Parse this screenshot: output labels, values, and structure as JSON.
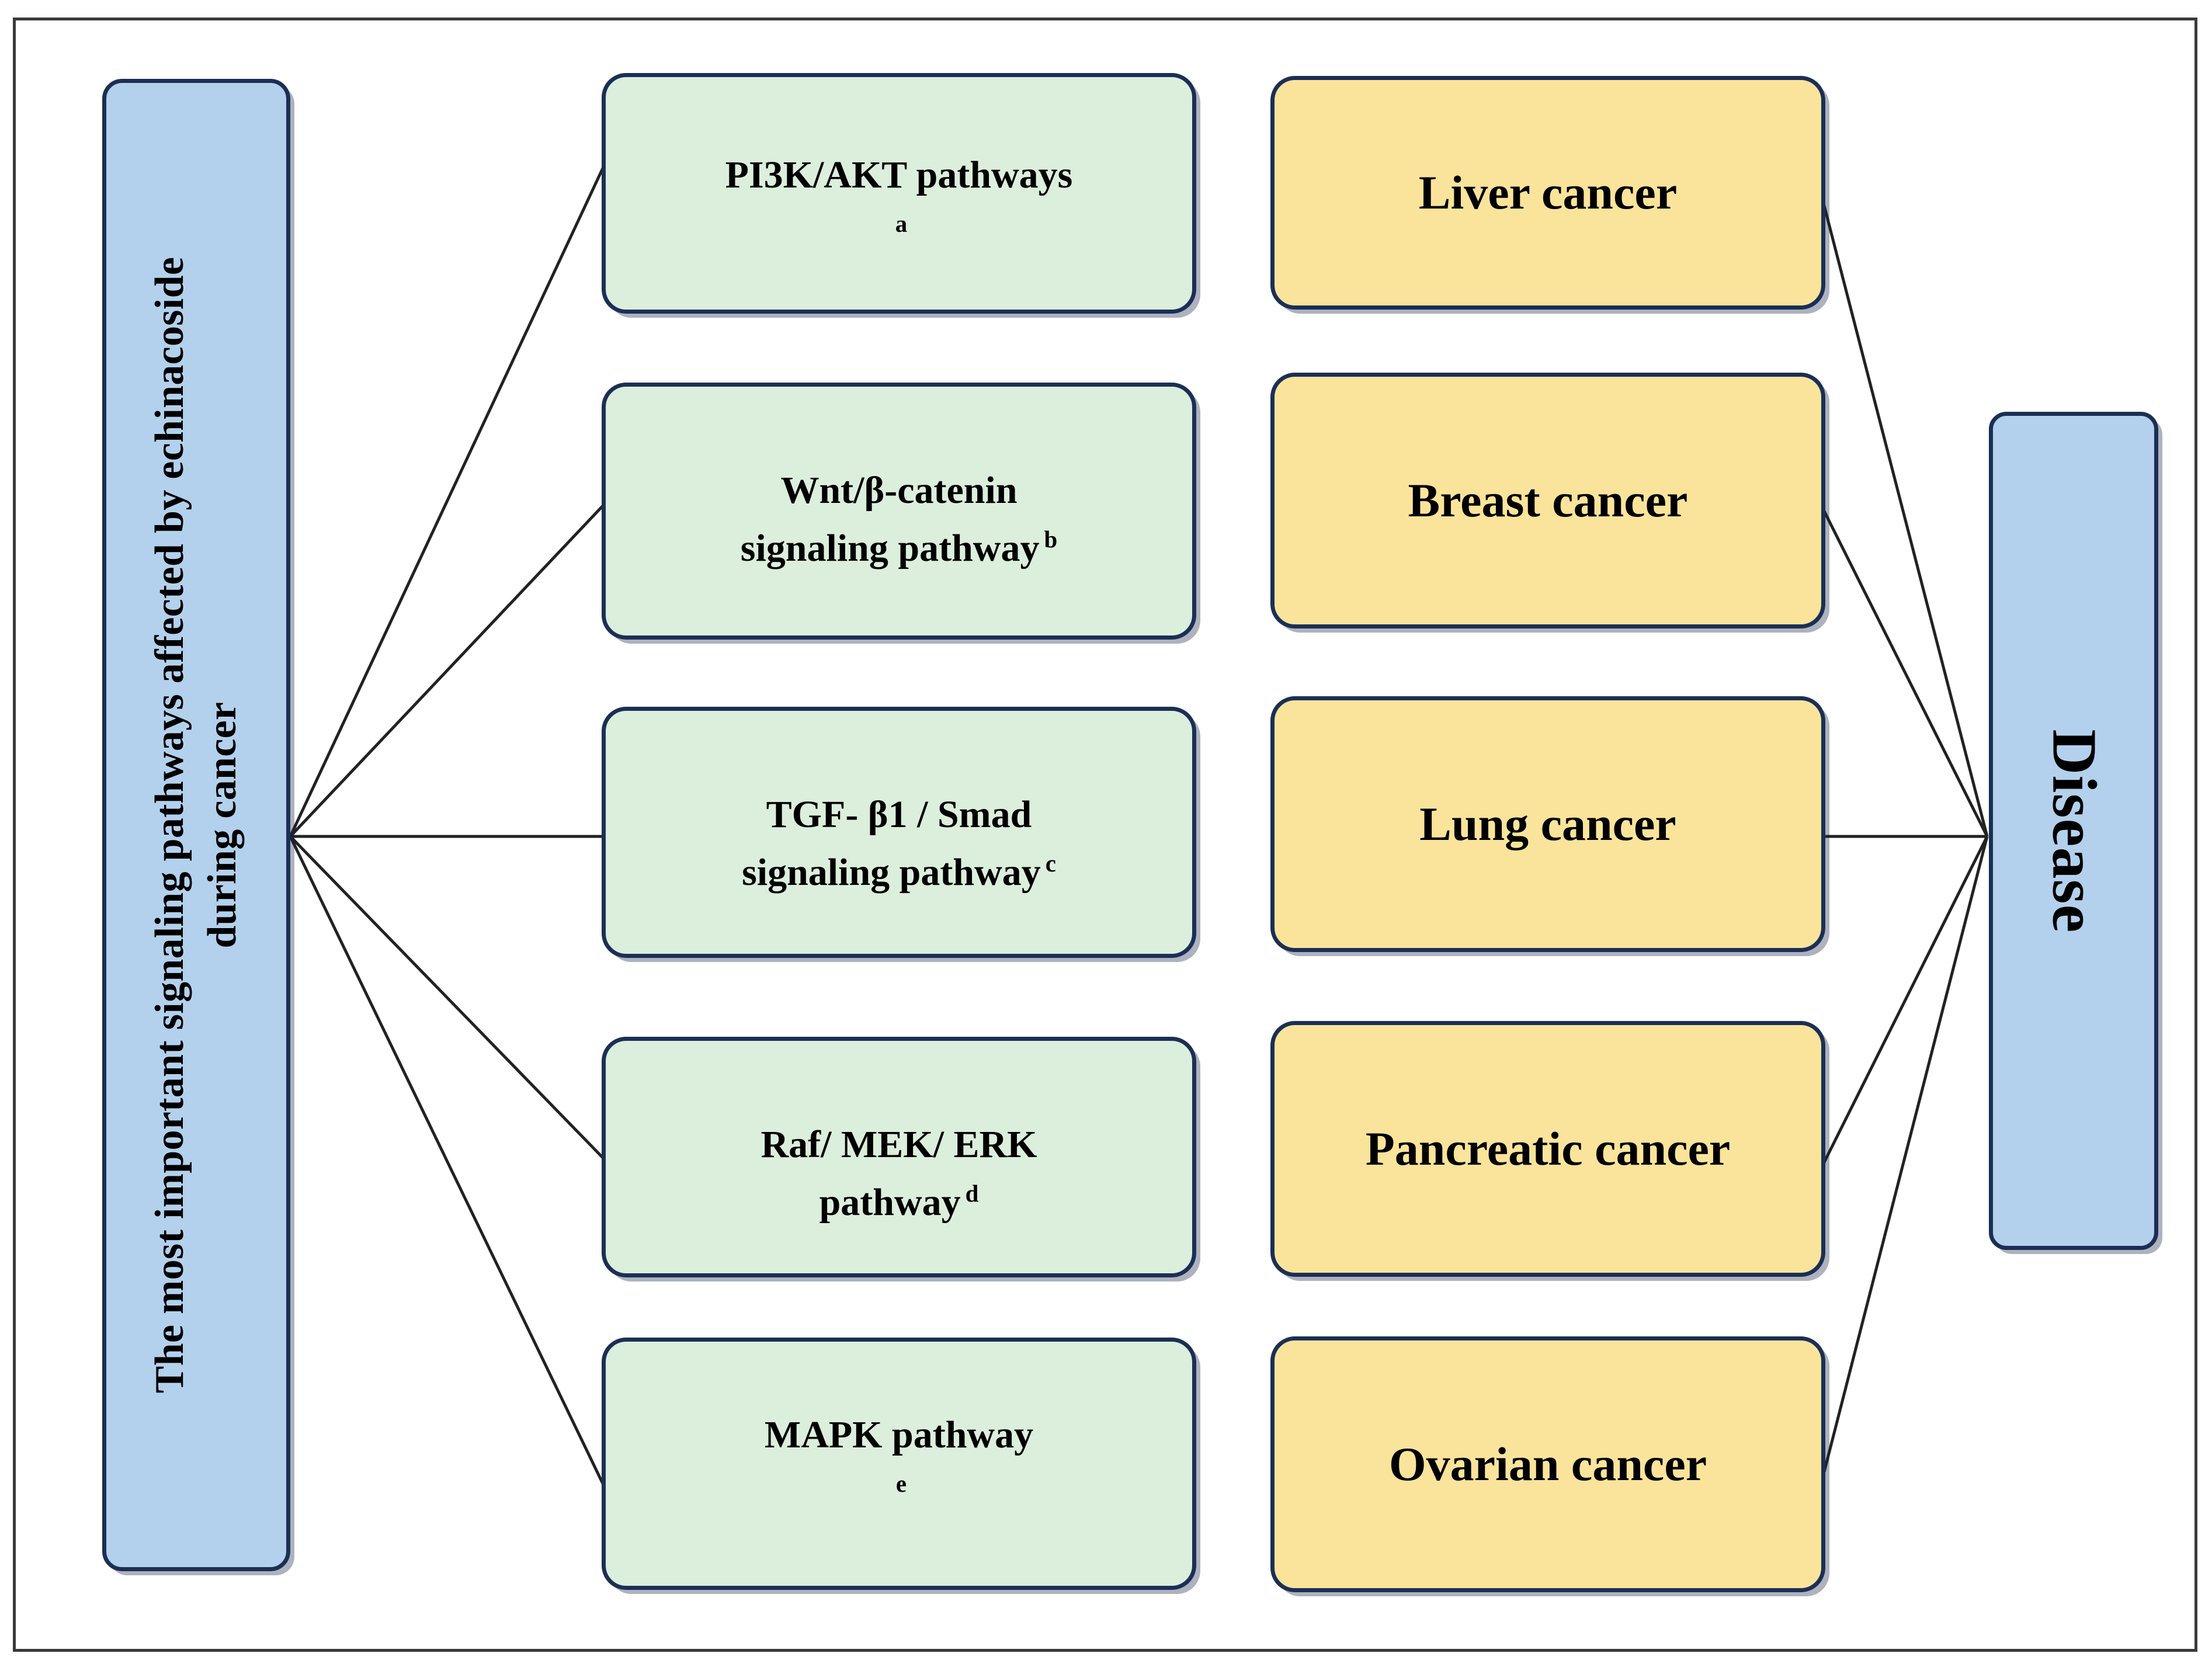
{
  "figure": {
    "title_box": {
      "id": "source",
      "line1": "The most important signaling pathways affected by echinacoside",
      "line2": "during cancer",
      "color": "#b3d1ec",
      "orientation": "vertical-bottom-to-top"
    },
    "outcome_box": {
      "id": "disease",
      "label": "Disease",
      "color": "#b3d1ec",
      "orientation": "vertical-top-to-bottom"
    },
    "pathways": [
      {
        "id": "pi3k-akt",
        "text": "PI3K/AKT pathways",
        "marker": "a",
        "lines": 1,
        "color": "#dceedc"
      },
      {
        "id": "wnt-bcatenin",
        "text": "Wnt/β-catenin",
        "text2": "signaling pathway",
        "marker": "b",
        "lines": 2,
        "color": "#dceedc"
      },
      {
        "id": "tgf-b1-smad",
        "text": "TGF- β1 / Smad",
        "text2": "signaling pathway",
        "marker": "c",
        "lines": 2,
        "color": "#dceedc"
      },
      {
        "id": "raf-mek-erk",
        "text": "Raf/ MEK/ ERK",
        "text2": "pathway",
        "marker": "d",
        "lines": 2,
        "color": "#dceedc"
      },
      {
        "id": "mapk",
        "text": "MAPK pathway",
        "marker": "e",
        "lines": 1,
        "color": "#dceedc"
      }
    ],
    "cancers": [
      {
        "id": "liver",
        "label": "Liver cancer",
        "color": "#fae49b"
      },
      {
        "id": "breast",
        "label": "Breast cancer",
        "color": "#fae49b"
      },
      {
        "id": "lung",
        "label": "Lung cancer",
        "color": "#fae49b"
      },
      {
        "id": "pancreatic",
        "label": "Pancreatic cancer",
        "color": "#fae49b"
      },
      {
        "id": "ovarian",
        "label": "Ovarian cancer",
        "color": "#fae49b"
      }
    ],
    "colors": {
      "border": "#1b2f55",
      "frame": "#3a3a3a",
      "connector": "#222222",
      "blue_fill": "#b3d1ec",
      "green_fill": "#dceedc",
      "yellow_fill": "#fae49b"
    }
  }
}
